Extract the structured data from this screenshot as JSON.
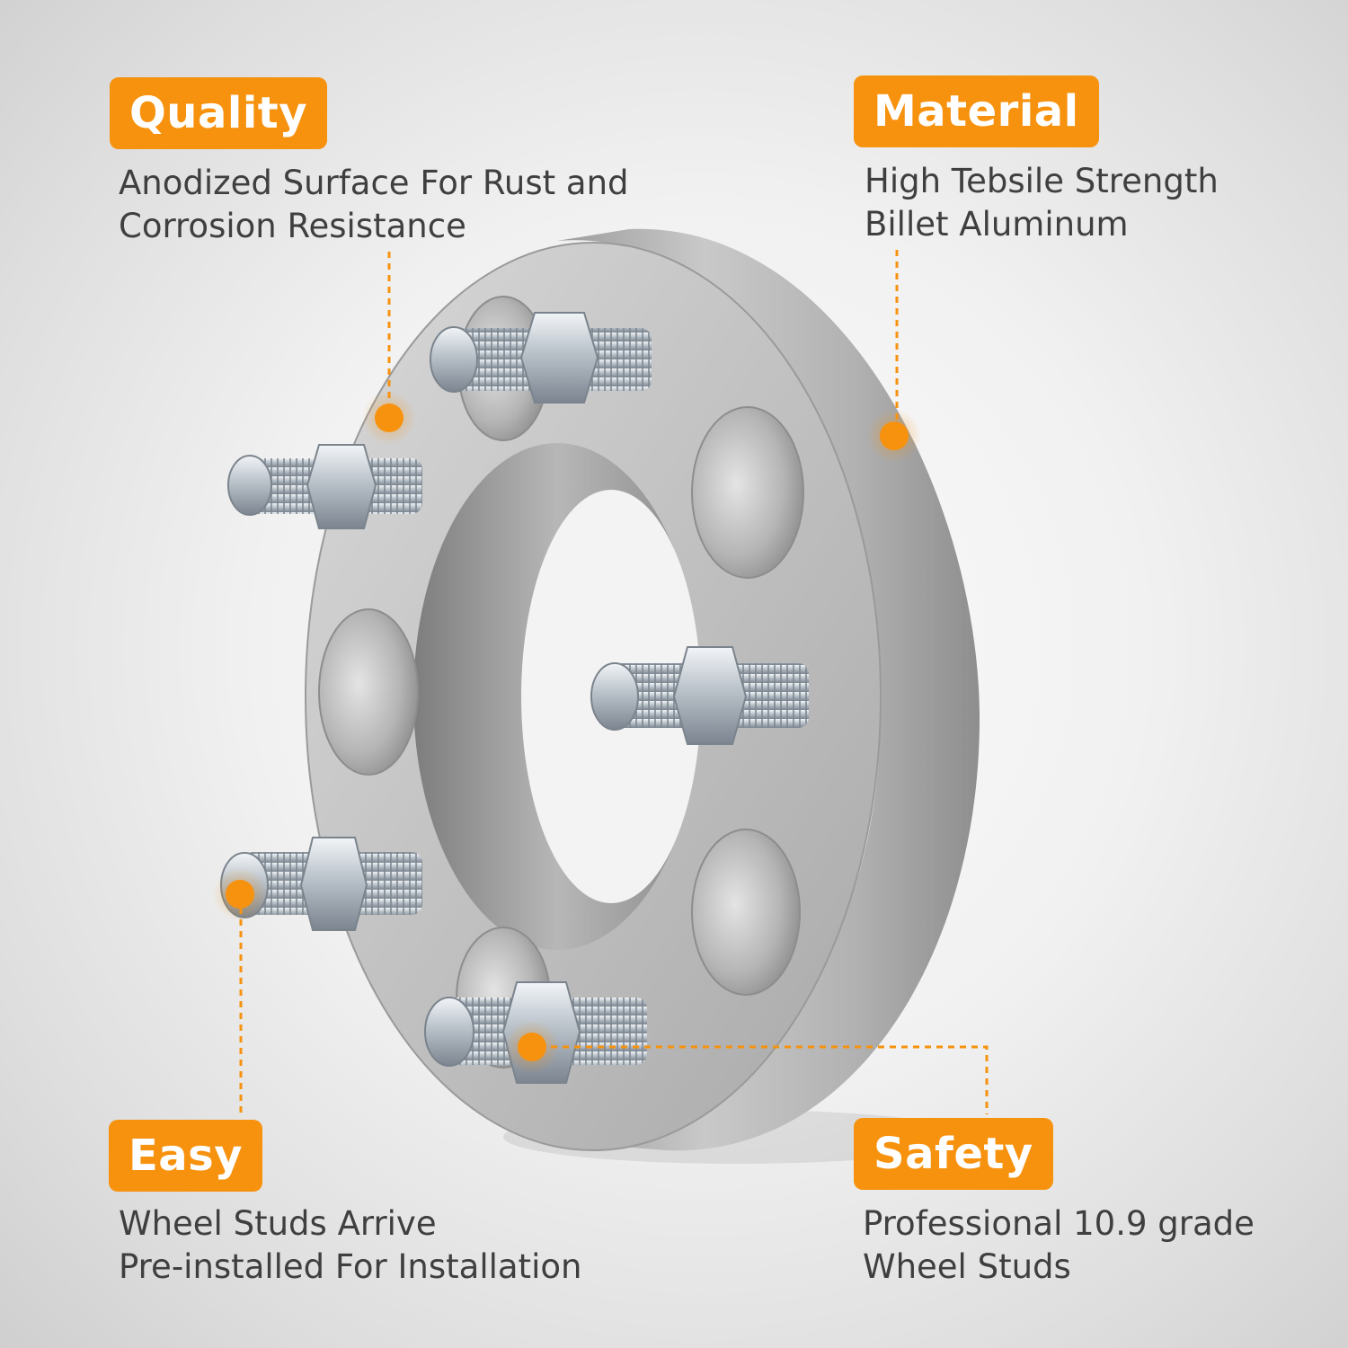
{
  "features": {
    "quality": {
      "title": "Quality",
      "line1": "Anodized Surface For Rust and",
      "line2": "Corrosion Resistance"
    },
    "material": {
      "title": "Material",
      "line1": "High Tebsile Strength",
      "line2": "Billet Aluminum"
    },
    "easy": {
      "title": "Easy",
      "line1": "Wheel Studs Arrive",
      "line2": "Pre-installed For Installation"
    },
    "safety": {
      "title": "Safety",
      "line1": "Professional 10.9 grade",
      "line2": "Wheel Studs"
    }
  },
  "colors": {
    "accent": "#f7920f",
    "text": "#3f3f3f",
    "metal": "#b9b9b9"
  },
  "illustration": {
    "subject": "wheel-spacer-with-studs",
    "stud_count": 5,
    "hole_count": 5
  }
}
